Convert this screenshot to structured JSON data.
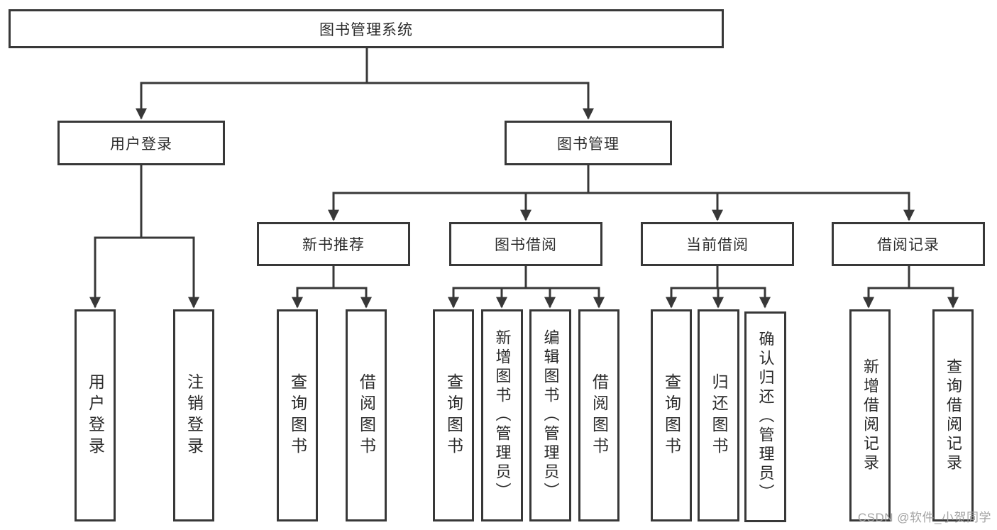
{
  "colors": {
    "line": "#383838",
    "box_border": "#383838",
    "box_fill": "#ffffff",
    "text": "#2b2b2b",
    "watermark": "#9e9e9e"
  },
  "watermark": {
    "text": "CSDN @软件_小贺同学"
  },
  "diagram": {
    "root": {
      "label": "图书管理系统"
    },
    "branches": [
      {
        "label": "用户登录",
        "children": [
          {
            "label": "用户登录"
          },
          {
            "label": "注销登录"
          }
        ]
      },
      {
        "label": "图书管理",
        "groups": [
          {
            "label": "新书推荐",
            "children": [
              {
                "label": "查询图书"
              },
              {
                "label": "借阅图书"
              }
            ]
          },
          {
            "label": "图书借阅",
            "children": [
              {
                "label": "查询图书"
              },
              {
                "label": "新增图书（管理员）"
              },
              {
                "label": "编辑图书（管理员）"
              },
              {
                "label": "借阅图书"
              }
            ]
          },
          {
            "label": "当前借阅",
            "children": [
              {
                "label": "查询图书"
              },
              {
                "label": "归还图书"
              },
              {
                "label": "确认归还（管理员）"
              }
            ]
          },
          {
            "label": "借阅记录",
            "children": [
              {
                "label": "新增借阅记录"
              },
              {
                "label": "查询借阅记录"
              }
            ]
          }
        ]
      }
    ]
  }
}
